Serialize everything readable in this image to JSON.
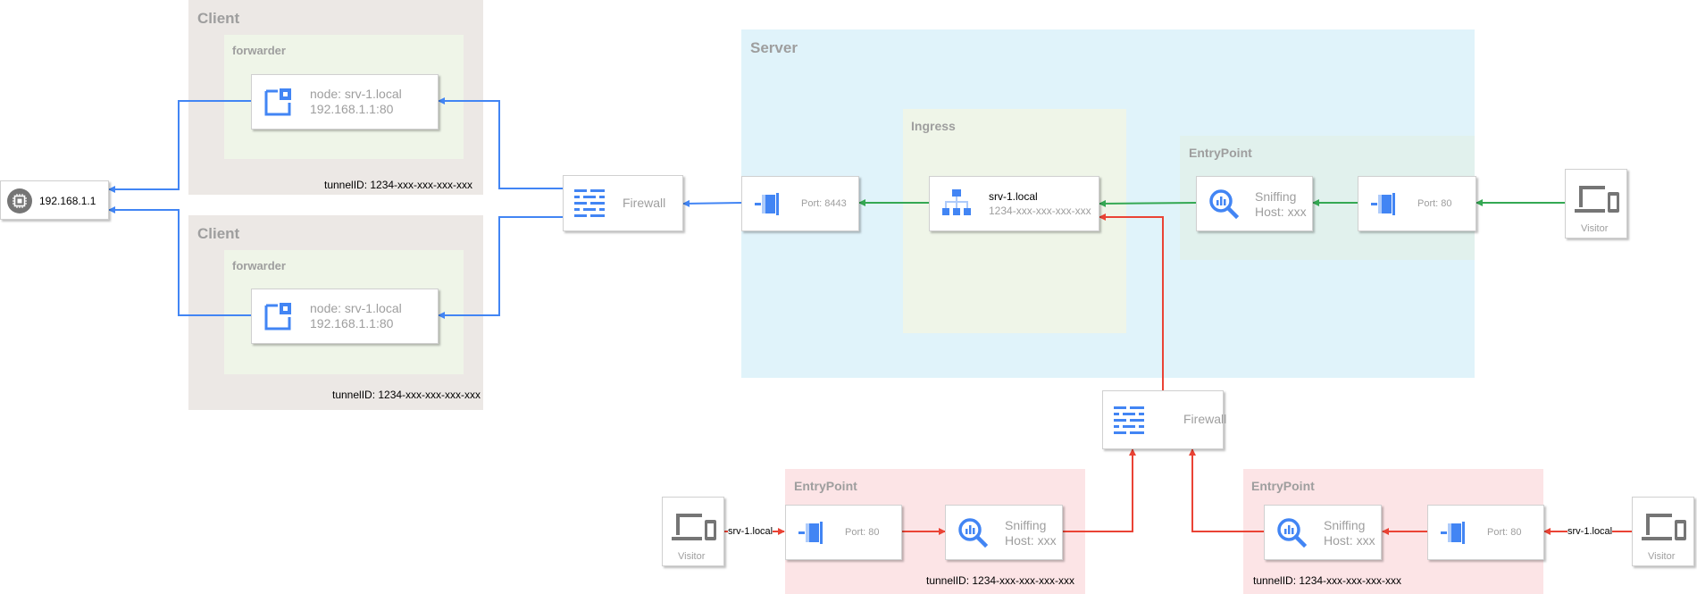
{
  "colors": {
    "client_bg": "#ece8e5",
    "forwarder_bg": "#eff5e8",
    "server_bg": "#e0f3fa",
    "ingress_bg": "#eff5e8",
    "entrypoint_server_bg": "#e1f1ed",
    "entrypoint_bottom_bg": "#fce4e6",
    "blue": "#4285f4",
    "green": "#34a853",
    "red": "#ea4335",
    "icon_blue": "#4285f4",
    "icon_gray": "#757575",
    "title_gray": "#9e9e9e"
  },
  "host": {
    "label": "192.168.1.1",
    "icon": "chip-icon"
  },
  "clients": [
    {
      "title": "Client",
      "forwarder_title": "forwarder",
      "node_line1": "node: srv-1.local",
      "node_line2": "192.168.1.1:80",
      "tunnel": "tunnelID: 1234-xxx-xxx-xxx-xxx"
    },
    {
      "title": "Client",
      "forwarder_title": "forwarder",
      "node_line1": "node: srv-1.local",
      "node_line2": "192.168.1.1:80",
      "tunnel": "tunnelID: 1234-xxx-xxx-xxx-xxx"
    }
  ],
  "firewall_top": {
    "label": "Firewall",
    "icon": "firewall-icon"
  },
  "firewall_bottom": {
    "label": "Firewall",
    "icon": "firewall-icon"
  },
  "server": {
    "title": "Server",
    "port_8443": "Port: 8443",
    "ingress": {
      "title": "Ingress",
      "line1": "srv-1.local",
      "line2": "1234-xxx-xxx-xxx-xxx"
    },
    "entrypoint": {
      "title": "EntryPoint",
      "sniff_line1": "Sniffing",
      "sniff_line2": "Host: xxx",
      "port": "Port: 80"
    }
  },
  "visitor_right": {
    "label": "Visitor"
  },
  "entry_bottom_left": {
    "title": "EntryPoint",
    "port": "Port: 80",
    "sniff_line1": "Sniffing",
    "sniff_line2": "Host: xxx",
    "tunnel": "tunnelID: 1234-xxx-xxx-xxx-xxx"
  },
  "entry_bottom_right": {
    "title": "EntryPoint",
    "port": "Port: 80",
    "sniff_line1": "Sniffing",
    "sniff_line2": "Host: xxx",
    "tunnel": "tunnelID: 1234-xxx-xxx-xxx-xxx"
  },
  "visitor_bottom_left": {
    "label": "Visitor",
    "edge_label": "srv-1.local"
  },
  "visitor_bottom_right": {
    "label": "Visitor",
    "edge_label": "srv-1.local"
  }
}
